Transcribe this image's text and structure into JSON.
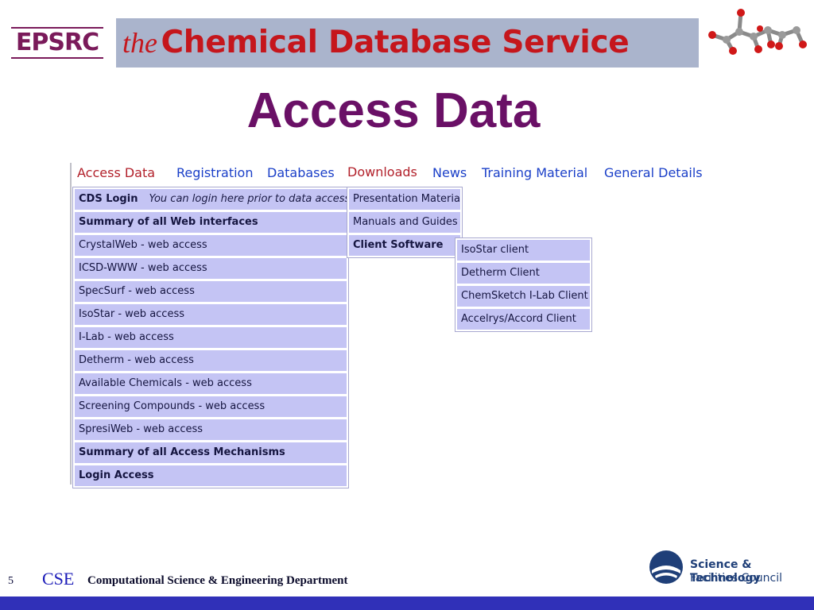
{
  "header": {
    "epsrc_logo": "EPSRC",
    "banner_the": "the",
    "banner_title": "Chemical Database Service",
    "molecule_icon": "molecule-icon"
  },
  "page_title": "Access Data",
  "nav": {
    "items": [
      {
        "label": "Access Data",
        "active": true
      },
      {
        "label": "Registration"
      },
      {
        "label": "Databases"
      },
      {
        "label": "Downloads",
        "active": true
      },
      {
        "label": "News"
      },
      {
        "label": "Training Material"
      },
      {
        "label": "General Details"
      }
    ]
  },
  "access_menu": {
    "items": [
      {
        "label": "CDS Login",
        "note": "You can login here prior to data access",
        "bold": true
      },
      {
        "label": "Summary of all Web interfaces",
        "bold": true
      },
      {
        "label": "CrystalWeb - web access"
      },
      {
        "label": "ICSD-WWW - web access"
      },
      {
        "label": "SpecSurf - web access"
      },
      {
        "label": "IsoStar - web access"
      },
      {
        "label": "I-Lab - web access"
      },
      {
        "label": "Detherm - web access"
      },
      {
        "label": "Available Chemicals - web access"
      },
      {
        "label": "Screening Compounds - web access"
      },
      {
        "label": "SpresiWeb - web access"
      },
      {
        "label": "Summary of all Access Mechanisms",
        "bold": true
      },
      {
        "label": "Login Access",
        "bold": true
      }
    ]
  },
  "downloads_menu": {
    "items": [
      {
        "label": "Presentation Material"
      },
      {
        "label": "Manuals and Guides"
      },
      {
        "label": "Client Software",
        "bold": true
      }
    ]
  },
  "client_menu": {
    "items": [
      {
        "label": "IsoStar client"
      },
      {
        "label": "Detherm Client"
      },
      {
        "label": "ChemSketch I-Lab Client"
      },
      {
        "label": "Accelrys/Accord Client"
      }
    ]
  },
  "footer": {
    "page_number": "5",
    "cse": "CSE",
    "department": "Computational Science & Engineering Department",
    "org_name": "Science & Technology",
    "org_sub": "Facilities Council",
    "org_logo": "stfc-logo-icon"
  },
  "colors": {
    "banner_bg": "#aab4cc",
    "banner_text": "#c5161c",
    "title": "#6a1066",
    "nav_link": "#1a3fc8",
    "nav_active": "#b2202a",
    "menu_item_bg": "#c4c4f4",
    "footer_bar": "#3030b8"
  }
}
